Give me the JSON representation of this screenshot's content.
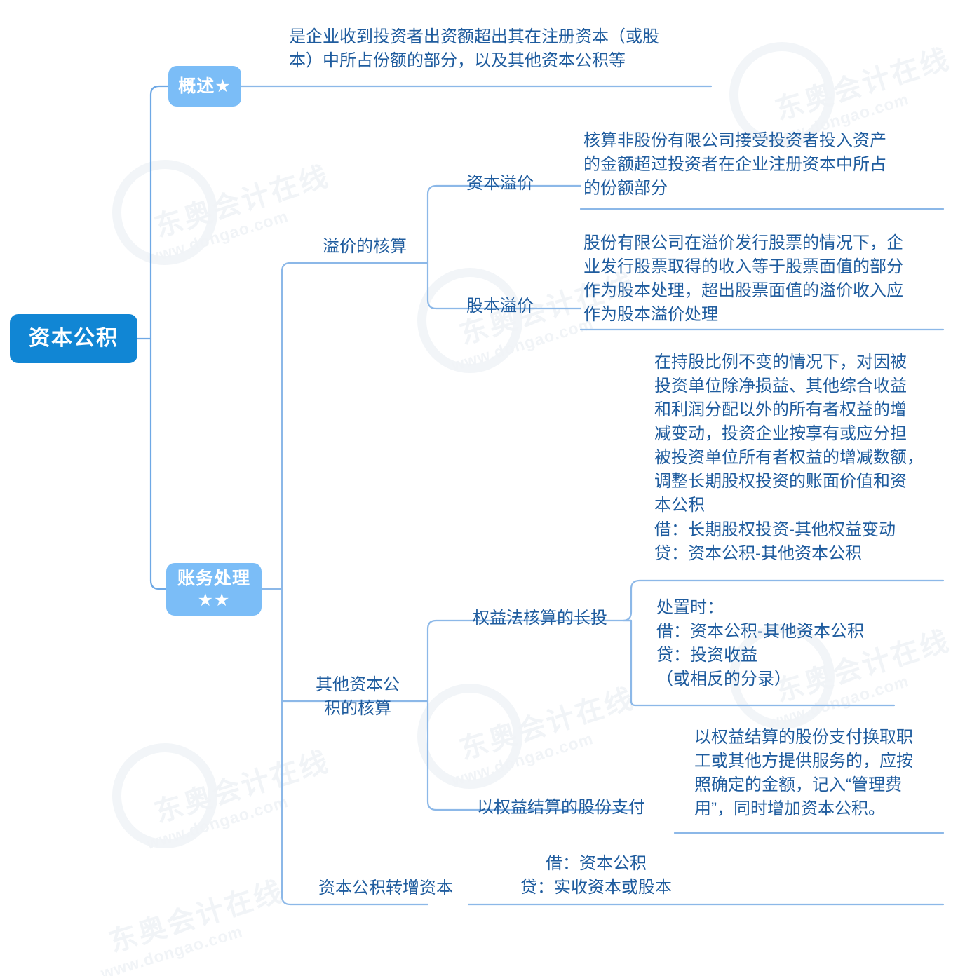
{
  "title": "资本公积 思维导图",
  "colors": {
    "root_bg": "#1186d4",
    "level1_bg": "#7bbdf7",
    "text_blue": "#1f5c9e",
    "link": "#8cb8e8",
    "link_root": "#6ea8e5",
    "watermark": "#f1f4f7"
  },
  "watermark": {
    "line1": "东奥会计在线",
    "line2": "www.dongao.com"
  },
  "root": {
    "label": "资本公积"
  },
  "branches": [
    {
      "id": "gaishu",
      "label": "概述★",
      "detail": "是企业收到投资者出资额超出其在注册资本（或股\n本）中所占份额的部分，以及其他资本公积等"
    },
    {
      "id": "zhangwu",
      "label": "账务处理\n★★",
      "children": [
        {
          "id": "yijia",
          "label": "溢价的核算",
          "children": [
            {
              "id": "zibenyijia",
              "label": "资本溢价",
              "detail": "核算非股份有限公司接受投资者投入资产\n的金额超过投资者在企业注册资本中所占\n的份额部分"
            },
            {
              "id": "gubenyijia",
              "label": "股本溢价",
              "detail": "股份有限公司在溢价发行股票的情况下，企\n业发行股票取得的收入等于股票面值的部分\n作为股本处理，超出股票面值的溢价收入应\n作为股本溢价处理"
            }
          ]
        },
        {
          "id": "qita",
          "label": "其他资本公\n积的核算",
          "children": [
            {
              "id": "quanyifa",
              "label": "权益法核算的长投",
              "detail": "在持股比例不变的情况下，对因被\n投资单位除净损益、其他综合收益\n和利润分配以外的所有者权益的增\n减变动，投资企业按享有或应分担\n被投资单位所有者权益的增减数额，\n调整长期股权投资的账面价值和资\n本公积\n借：长期股权投资-其他权益变动\n  贷：资本公积-其他资本公积",
              "detail2": "处置时：\n借：资本公积-其他资本公积\n  贷：投资收益\n（或相反的分录）"
            },
            {
              "id": "gufenzhifu",
              "label": "以权益结算的股份支付",
              "detail": "以权益结算的股份支付换取职\n工或其他方提供服务的，应按\n照确定的金额，记入“管理费\n用”，同时增加资本公积。"
            }
          ]
        },
        {
          "id": "zhuanzeng",
          "label": "资本公积转增资本",
          "detail": "借：资本公积\n  贷：实收资本或股本"
        }
      ]
    }
  ]
}
